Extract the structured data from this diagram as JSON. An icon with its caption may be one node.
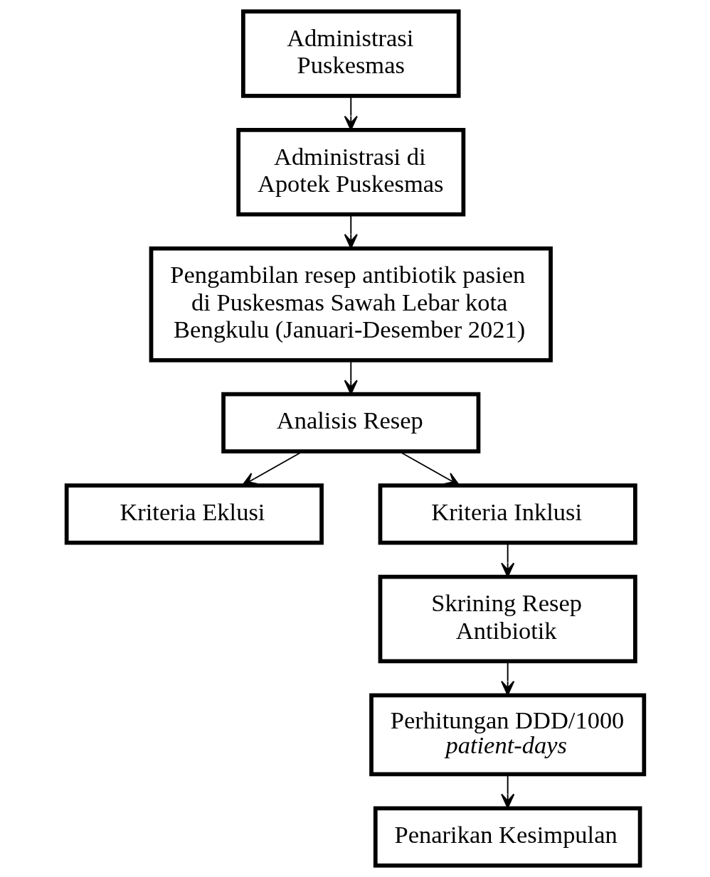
{
  "diagram": {
    "nodes": [
      {
        "text": [
          "Administrasi Puskesmas"
        ]
      },
      {
        "text": [
          "Administrasi di Apotek Puskesmas"
        ]
      },
      {
        "text": [
          "Pengambilan resep antibiotik pasien di Puskesmas Sawah Lebar kota Bengkulu (Januari-Desember 2021)"
        ]
      },
      {
        "text": [
          "Analisis Resep"
        ]
      },
      {
        "text": [
          "Kriteria Eklusi"
        ]
      },
      {
        "text": [
          "Kriteria Inklusi"
        ]
      },
      {
        "text": [
          "Skrining Resep Antibiotik"
        ]
      },
      {
        "text": [
          "Perhitungan DDD/1000 *patient-days*"
        ]
      },
      {
        "text": [
          "Penarikan Kesimpulan"
        ]
      }
    ],
    "edges": [
      {
        "from": 0,
        "to": 1,
        "arrow": "to"
      },
      {
        "from": 1,
        "to": 2,
        "arrow": "to"
      },
      {
        "from": 2,
        "to": 3,
        "arrow": "to"
      },
      {
        "from": 3,
        "to": 4,
        "arrow": "to"
      },
      {
        "from": 3,
        "to": 5,
        "arrow": "to"
      },
      {
        "from": 5,
        "to": 6,
        "arrow": "to"
      },
      {
        "from": 6,
        "to": 7,
        "arrow": "to"
      },
      {
        "from": 7,
        "to": 8,
        "arrow": "to"
      }
    ]
  }
}
